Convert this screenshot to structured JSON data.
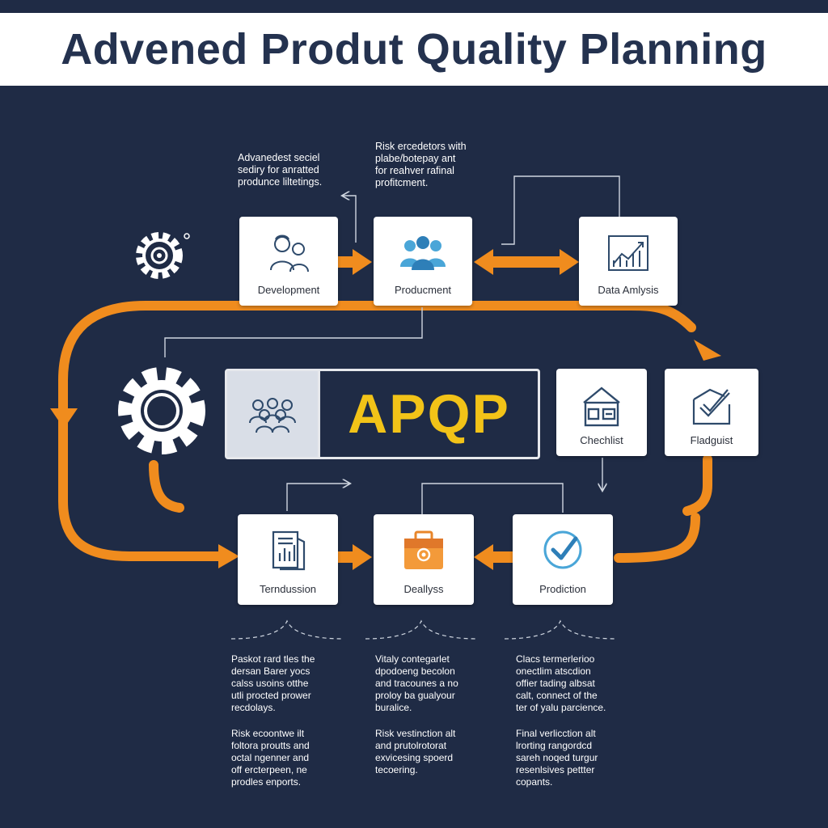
{
  "title": "Advened Produt Quality Planning",
  "center": {
    "label": "APQP"
  },
  "cards": {
    "development": "Development",
    "producment": "Producment",
    "data_analysis": "Data Amlysis",
    "checklist": "Chechlist",
    "flagguist": "Fladguist",
    "terndussion": "Terndussion",
    "deallyss": "Deallyss",
    "prodiction": "Prodiction"
  },
  "notes": {
    "top_left": "Advanedest seciel\nsediry for anratted\nprodunce liltetings.",
    "top_mid": "Risk ercedetors with\nplabe/botepay ant\nfor reahver rafinal\nprofitcment.",
    "b1_a": "Paskot rard tles the\ndersan Barer yocs\ncalss usoins otthe\nutli procted prower\nrecdolays.",
    "b1_b": "Risk ecoontwe ilt\nfoltora proutts and\noctal ngenner and\noff ercterpeen, ne\nprodles enports.",
    "b2_a": "Vitaly contegarlet\ndpodoeng becolon\nand tracounes a no\nproloy ba gualyour\nburalice.",
    "b2_b": "Risk vestinction alt\nand prutolrotorat\nexvicesing spoerd\ntecoering.",
    "b3_a": "Clacs termerlerioo\nonectlim atscdion\noffier tading albsat\ncalt, connect of the\nter of yalu parcience.",
    "b3_b": "Final verlicction alt\nlrorting rangordcd\nsareh noqed turgur\nresenlsives pettter\ncopants."
  },
  "colors": {
    "background": "#1f2b45",
    "accent": "#f08c1e",
    "apqp_text": "#f2c318",
    "icon_blue": "#2e4a6b",
    "icon_light_blue": "#4aa6d8"
  }
}
